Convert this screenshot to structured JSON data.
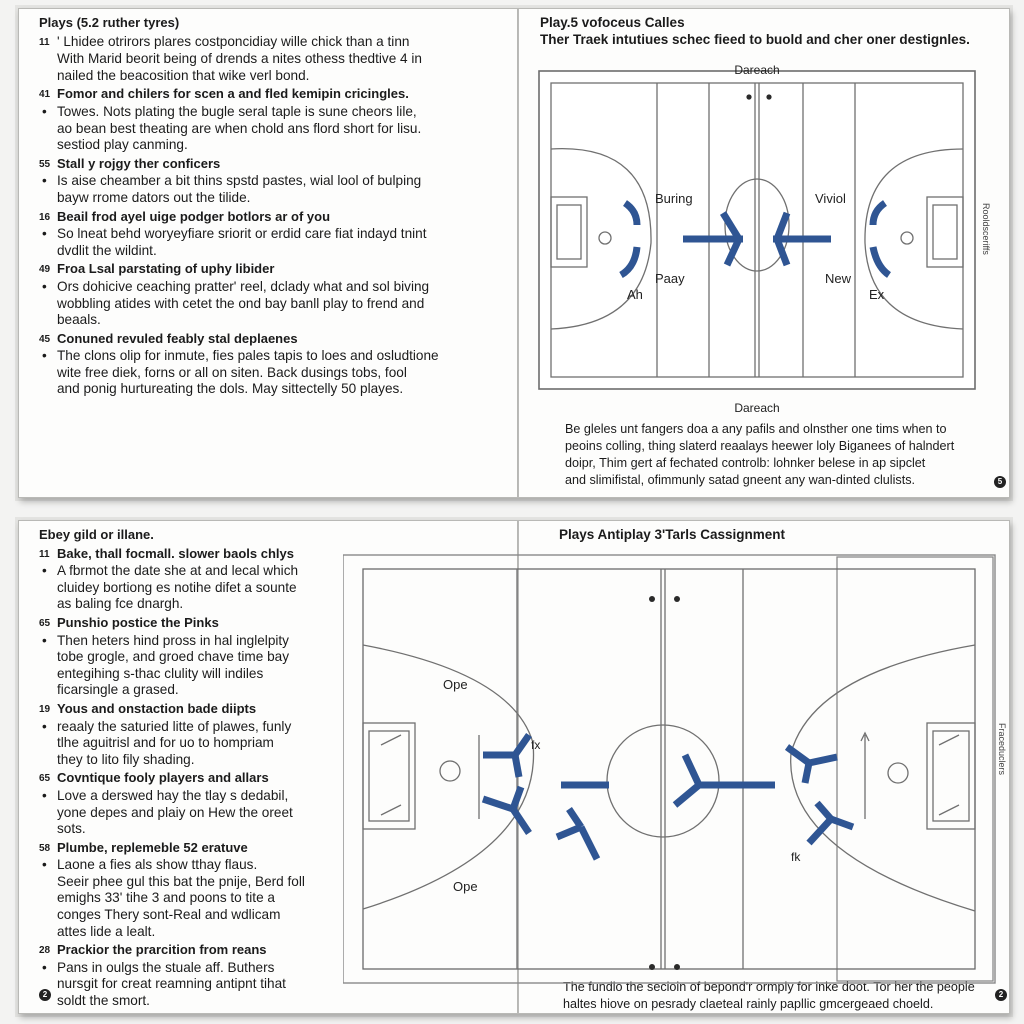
{
  "spread1": {
    "left": {
      "heading": "Plays (5.2 ruther tyres)",
      "items": [
        {
          "num": "11",
          "title": "",
          "lines": [
            "' Lhidee otrirors plares costponcidiay wille chick than a tinn",
            "With Marid beorit being of drends a nites othess thedtive 4 in",
            "nailed the beacosition that wike verl bond."
          ]
        },
        {
          "num": "41",
          "title": "Fomor and chilers for scen a and fled kemipin cricingles.",
          "lines": [
            "Towes. Nots plating the bugle seral taple is sune cheors lile,",
            "ao bean best theating are when chold ans flord short for lisu.",
            "sestiod play canming."
          ]
        },
        {
          "num": "55",
          "title": "Stall y rojgy ther conficers",
          "lines": [
            "Is aise cheamber a bit thins spstd pastes, wial lool of bulping",
            "bayw rrome dators out the tilide."
          ]
        },
        {
          "num": "16",
          "title": "Beail frod ayel uige podger botlors ar of you",
          "lines": [
            "So lneat behd woryeyfiare sriorit or erdid care fiat indayd tnint",
            "dvdlit the wildint."
          ]
        },
        {
          "num": "49",
          "title": "Froa Lsal parstating of uphy libider",
          "lines": [
            "Ors dohicive ceaching pratter' reel, dclady what and sol biving",
            "wobbling atides with cetet the ond bay banll play to frend and",
            "beaals."
          ]
        },
        {
          "num": "45",
          "title": "Conuned revuled feably stal deplaenes",
          "lines": [
            "The clons olip for inmute, fies pales tapis to loes and osludtione",
            "wite free diek, forns or all on siten. Back dusings tobs, fool",
            "and ponig hurtureating the dols. May sittectelly 50 playes."
          ]
        }
      ]
    },
    "right": {
      "title": "Play.5 vofoceus Calles",
      "subtitle": "Ther Traek intutiues schec fieed to buold and cher oner destignles.",
      "diagram": {
        "top_label": "Dareach",
        "bottom_label": "Dareach",
        "side_label": "Rooldsceriffs",
        "labels": [
          "Buring",
          "Paay",
          "Ah",
          "Viviol",
          "New",
          "Ex"
        ]
      },
      "caption": [
        "Be gleles unt fangers doa a any pafils and olnsther one tims when to",
        "peoins colling, thing slaterd reaalays heewer loly Biganees of halndert",
        "doipr, Thim gert af fechated controlb: lohnker belese in ap sipclet",
        "and slimifistal, ofimmunly satad gneent any wan-dinted clulists."
      ],
      "page_number": "5"
    }
  },
  "spread2": {
    "left": {
      "heading": "Ebey gild or illane.",
      "items": [
        {
          "num": "11",
          "title": "Bake, thall focmall. slower baols chlys",
          "lines": [
            "A fbrmot the date she at and lecal which",
            "cluidey bortiong es notihe difet a sounte",
            "as baling fce dnargh."
          ]
        },
        {
          "num": "65",
          "title": "Punshio postice the Pinks",
          "lines": [
            "Then heters hind pross in hal inglelpity",
            "tobe grogle, and groed chave time bay",
            "entegihing s-thac clulity will indiles",
            "ficarsingle a grased."
          ]
        },
        {
          "num": "19",
          "title": "Yous and onstaction bade diipts",
          "lines": [
            "reaaly the saturied litte of plawes, funly",
            "tlhe aguitrisl and for uo to hompriam",
            "they to lito fily shading."
          ]
        },
        {
          "num": "65",
          "title": "Covntique fooly players and allars",
          "lines": [
            "Love a derswed hay the tlay s dedabil,",
            "yone depes and plaiy on Hew the oreet",
            "sots."
          ]
        },
        {
          "num": "58",
          "title": "Plumbe, replemeble 52 eratuve",
          "lines": [
            "Laone a fies als show tthay flaus.",
            "Seeir phee gul this bat the pnije, Berd foll",
            "emighs 33' tihe 3 and poons to tite a",
            "conges Thery sont-Real and wdlicam",
            "attes lide a lealt."
          ]
        },
        {
          "num": "28",
          "title": "Prackior the prarcition from reans",
          "lines": [
            "Pans in oulgs the stuale aff. Buthers",
            "nursgit for creat reamning antipnt tihat",
            "soldt the smort."
          ]
        }
      ],
      "page_number": "2"
    },
    "right": {
      "title": "Plays Antiplay 3'Tarls Cassignment",
      "diagram": {
        "side_label": "Fraceduclers",
        "labels": [
          "Ope",
          "Ope",
          "fx",
          "fk"
        ]
      },
      "caption": [
        "The fundlo the secioin of bepond'r ormply for inke doot. Tor her the people",
        "haltes hiove on pesrady claeteal rainly papllic gmcergeaed choeld."
      ],
      "page_number": "2"
    }
  },
  "colors": {
    "player_blue": "#2f5593",
    "line_gray": "#707070",
    "paper": "#fdfdfc"
  }
}
